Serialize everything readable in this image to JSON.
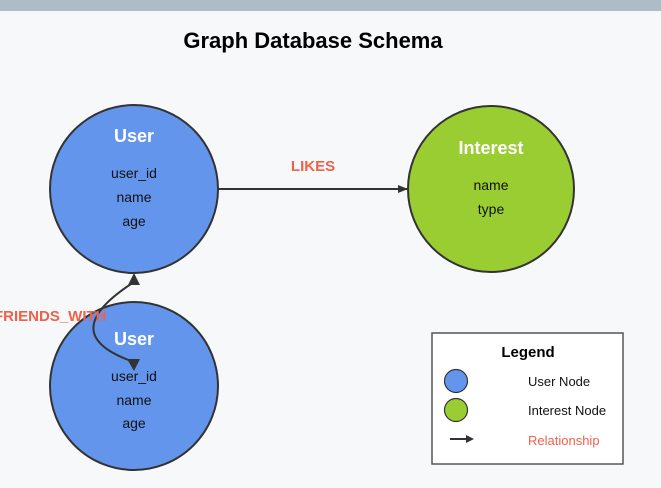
{
  "title": "Graph Database Schema",
  "colors": {
    "user_node": "#6495ed",
    "interest_node": "#9acd32",
    "relationship": "#f0614a",
    "edge": "#333333"
  },
  "nodes": {
    "user_a": {
      "label": "User",
      "props": [
        "user_id",
        "name",
        "age"
      ]
    },
    "interest": {
      "label": "Interest",
      "props": [
        "name",
        "type"
      ]
    },
    "user_b": {
      "label": "User",
      "props": [
        "user_id",
        "name",
        "age"
      ]
    }
  },
  "relationships": {
    "likes": "LIKES",
    "friends_with": "FRIENDS_WITH"
  },
  "legend": {
    "title": "Legend",
    "user_node": "User Node",
    "interest_node": "Interest Node",
    "relationship": "Relationship"
  }
}
